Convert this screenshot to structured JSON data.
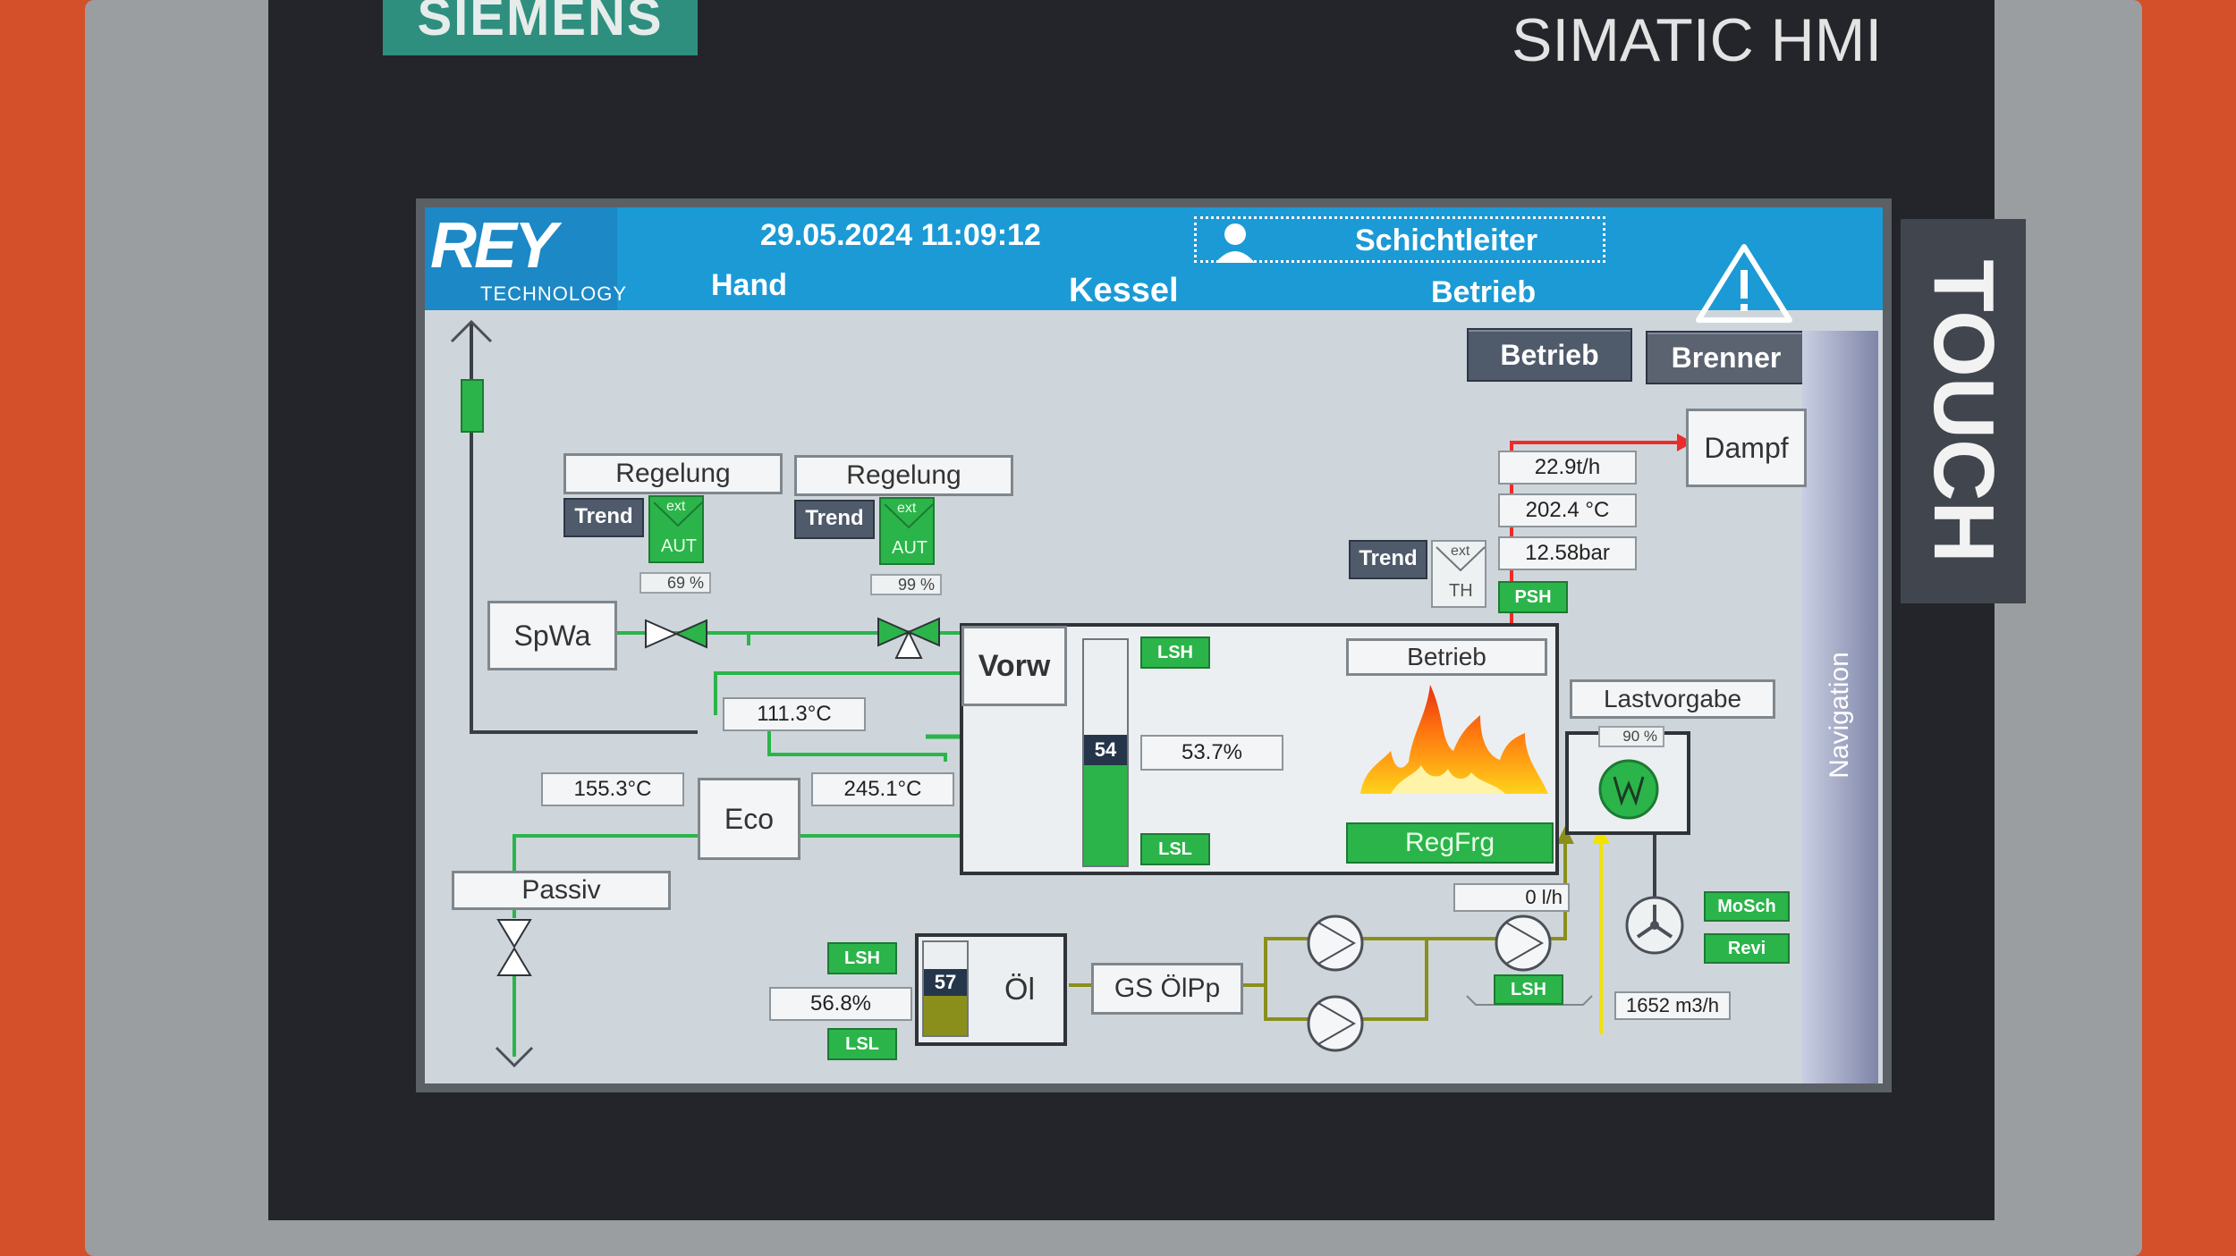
{
  "device": {
    "brand": "SIEMENS",
    "product": "SIMATIC HMI",
    "touch_label": "TOUCH"
  },
  "header": {
    "logo_main": "REY",
    "logo_sub": "TECHNOLOGY",
    "datetime": "29.05.2024 11:09:12",
    "user": "Schichtleiter",
    "mode": "Hand",
    "screen_title": "Kessel",
    "state": "Betrieb"
  },
  "buttons": {
    "betrieb": "Betrieb",
    "brenner": "Brenner"
  },
  "navigation": "Navigation",
  "controllers": [
    {
      "title": "Regelung",
      "trend": "Trend",
      "ext": "ext",
      "mode": "AUT",
      "output": "69 %"
    },
    {
      "title": "Regelung",
      "trend": "Trend",
      "ext": "ext",
      "mode": "AUT",
      "output": "99 %"
    }
  ],
  "steam": {
    "label": "Dampf",
    "flow": "22.9t/h",
    "temperature": "202.4 °C",
    "pressure": "12.58bar",
    "psh": "PSH",
    "trend": "Trend",
    "ext": "ext",
    "th": "TH"
  },
  "components": {
    "spwa": "SpWa",
    "eco": "Eco",
    "vorw": "Vorw",
    "passiv": "Passiv",
    "oil": "Öl",
    "oil_pump": "GS ÖlPp",
    "lastvorgabe": "Lastvorgabe"
  },
  "temperatures": {
    "t1": "111.3°C",
    "t2": "155.3°C",
    "t3": "245.1°C"
  },
  "boiler": {
    "level_value": "54",
    "level_fraction": 0.54,
    "level_pct": "53.7%",
    "lsh": "LSH",
    "lsl": "LSL",
    "status": "Betrieb",
    "release": "RegFrg"
  },
  "oil_tank": {
    "level_value": "57",
    "level_fraction": 0.57,
    "level_pct": "56.8%",
    "lsh": "LSH",
    "lsl": "LSL"
  },
  "burner": {
    "load_pct": "90 %",
    "oil_flow": "0 l/h",
    "air_flow": "1652 m3/h",
    "mosch": "MoSch",
    "revi": "Revi",
    "lsh": "LSH"
  },
  "colors": {
    "pipe_green": "#2bb44a",
    "pipe_steam": "#ee2b2b",
    "pipe_oil": "#8a8f1c",
    "pipe_air": "#f2e200",
    "header_blue": "#1b9ad6"
  }
}
